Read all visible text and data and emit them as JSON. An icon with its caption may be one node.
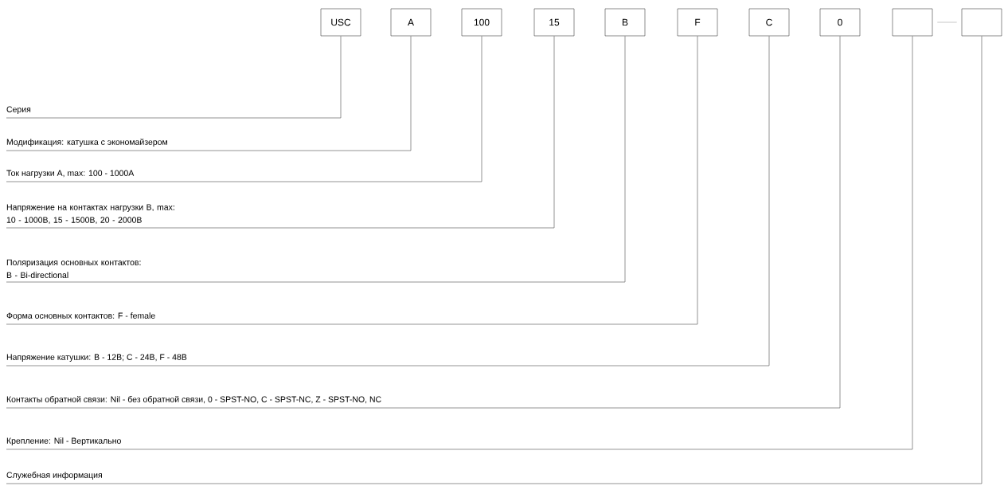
{
  "diagram": {
    "nodes": [
      {
        "text": [
          "USC"
        ]
      },
      {
        "text": [
          "A"
        ]
      },
      {
        "text": [
          "100"
        ]
      },
      {
        "text": [
          "15"
        ]
      },
      {
        "text": [
          "B"
        ]
      },
      {
        "text": [
          "F"
        ]
      },
      {
        "text": [
          "C"
        ]
      },
      {
        "text": [
          "0"
        ]
      },
      {
        "text": [],
        "shape": "box"
      },
      {
        "text": [],
        "shape": "box"
      },
      {
        "text": [
          "Серия"
        ]
      },
      {
        "text": [
          "Модификация: катушка с экономайзером"
        ]
      },
      {
        "text": [
          "Ток нагрузки А, max: 100 - 1000А"
        ]
      },
      {
        "text": [
          "Напряжение на контактах нагрузки В, max: 10 - 1000В, 15 - 1500В, 20 - 2000В"
        ]
      },
      {
        "text": [
          "Поляризация основных контактов: B - Bi-directional"
        ]
      },
      {
        "text": [
          "Форма основных контактов: F - female"
        ]
      },
      {
        "text": [
          "Напряжение катушки: B - 12В; C - 24В, F - 48В"
        ]
      },
      {
        "text": [
          "Контакты обратной связи: Nil - без обратной связи, 0 - SPST-NO, C - SPST-NC, Z - SPST-NO, NC"
        ]
      },
      {
        "text": [
          "Крепление: Nil - Вертикально"
        ]
      },
      {
        "text": [
          "Служебная информация"
        ]
      }
    ],
    "edges": [
      {
        "from": 0,
        "to": 10,
        "arrow": "none"
      },
      {
        "from": 1,
        "to": 11,
        "arrow": "none"
      },
      {
        "from": 2,
        "to": 12,
        "arrow": "none"
      },
      {
        "from": 3,
        "to": 13,
        "arrow": "none"
      },
      {
        "from": 4,
        "to": 14,
        "arrow": "none"
      },
      {
        "from": 5,
        "to": 15,
        "arrow": "none"
      },
      {
        "from": 6,
        "to": 16,
        "arrow": "none"
      },
      {
        "from": 7,
        "to": 17,
        "arrow": "none"
      },
      {
        "from": 8,
        "to": 18,
        "arrow": "none"
      },
      {
        "from": 9,
        "to": 19,
        "arrow": "none"
      }
    ]
  }
}
